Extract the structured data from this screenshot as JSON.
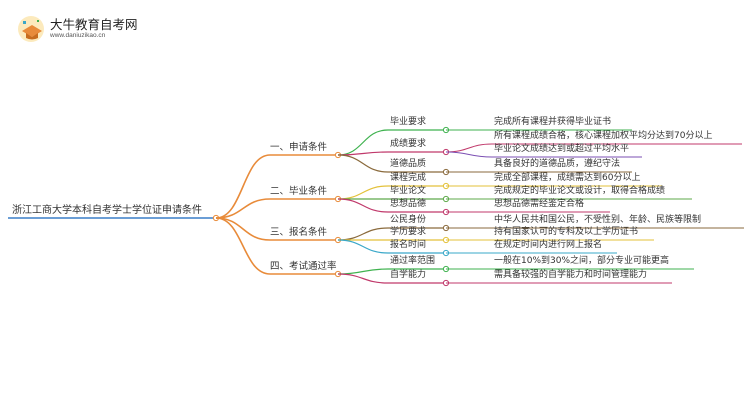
{
  "brand": {
    "title": "大牛教育自考网",
    "url": "www.daniuzikao.cn"
  },
  "mindmap": {
    "root": "浙江工商大学本科自考学士学位证申请条件",
    "branches": [
      {
        "label": "一、申请条件",
        "color": "#e88b3a",
        "children": [
          {
            "label": "毕业要求",
            "color": "#3fb24f",
            "leaves": [
              {
                "text": "完成所有课程并获得毕业证书",
                "color": "#3fb24f"
              }
            ]
          },
          {
            "label": "成绩要求",
            "color": "#c0396b",
            "leaves": [
              {
                "text": "所有课程成绩合格，核心课程加权平均分达到70分以上",
                "color": "#c0396b"
              },
              {
                "text": "毕业论文成绩达到或超过平均水平",
                "color": "#7b4fb3"
              }
            ]
          },
          {
            "label": "道德品质",
            "color": "#8a6a3c",
            "leaves": [
              {
                "text": "具备良好的道德品质，遵纪守法",
                "color": "#8a6a3c"
              }
            ]
          }
        ]
      },
      {
        "label": "二、毕业条件",
        "color": "#e88b3a",
        "children": [
          {
            "label": "课程完成",
            "color": "#e3c13a",
            "leaves": [
              {
                "text": "完成全部课程，成绩需达到60分以上",
                "color": "#e3c13a"
              }
            ]
          },
          {
            "label": "毕业论文",
            "color": "#5da94a",
            "leaves": [
              {
                "text": "完成规定的毕业论文或设计，取得合格成绩",
                "color": "#5da94a"
              }
            ]
          },
          {
            "label": "思想品德",
            "color": "#c0396b",
            "leaves": [
              {
                "text": "思想品德需经鉴定合格",
                "color": "#c0396b"
              }
            ]
          }
        ]
      },
      {
        "label": "三、报名条件",
        "color": "#e88b3a",
        "children": [
          {
            "label": "公民身份",
            "color": "#8a6a3c",
            "leaves": [
              {
                "text": "中华人民共和国公民，不受性别、年龄、民族等限制",
                "color": "#8a6a3c"
              }
            ]
          },
          {
            "label": "学历要求",
            "color": "#e3c13a",
            "leaves": [
              {
                "text": "持有国家认可的专科及以上学历证书",
                "color": "#e3c13a"
              }
            ]
          },
          {
            "label": "报名时间",
            "color": "#3aa8c9",
            "leaves": [
              {
                "text": "在规定时间内进行网上报名",
                "color": "#3aa8c9"
              }
            ]
          }
        ]
      },
      {
        "label": "四、考试通过率",
        "color": "#e88b3a",
        "children": [
          {
            "label": "通过率范围",
            "color": "#3fb24f",
            "leaves": [
              {
                "text": "一般在10%到30%之间，部分专业可能更高",
                "color": "#3fb24f"
              }
            ]
          },
          {
            "label": "自学能力",
            "color": "#c0396b",
            "leaves": [
              {
                "text": "需具备较强的自学能力和时间管理能力",
                "color": "#c0396b"
              }
            ]
          }
        ]
      }
    ]
  }
}
